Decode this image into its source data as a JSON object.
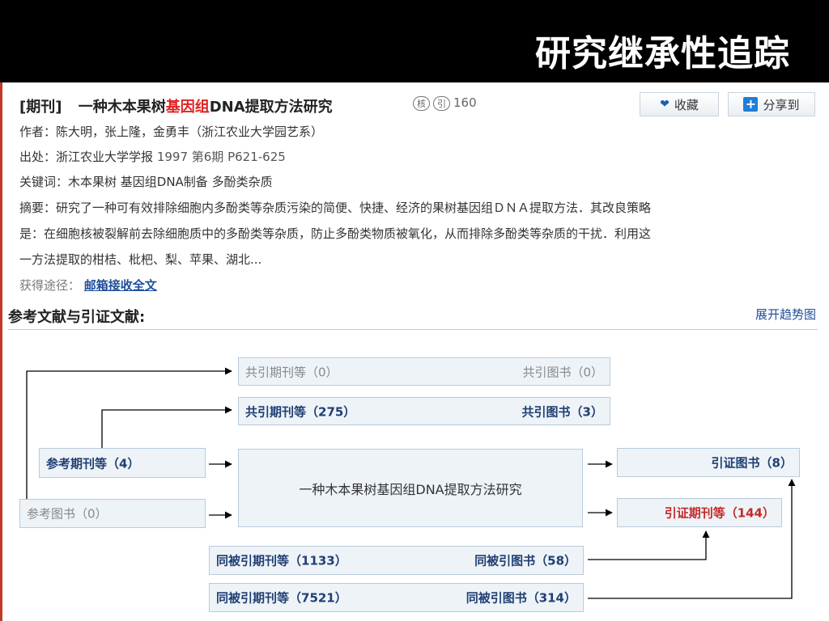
{
  "slide": {
    "title": "研究继承性追踪"
  },
  "article": {
    "tag": "[期刊]",
    "title_pre": "一种木本果树",
    "title_highlight": "基因组",
    "title_post": "DNA提取方法研究",
    "badge_he": "核",
    "badge_yin": "引",
    "cite_count": "160",
    "collect_label": "收藏",
    "share_label": "分享到",
    "authors": "作者：陈大明，张上隆，金勇丰（浙江农业大学园艺系）",
    "source_label": "出处：",
    "source_journal": "浙江农业大学学报",
    "source_detail": "1997 第6期 P621-625",
    "keywords": "关键词：木本果树  基因组DNA制备  多酚类杂质",
    "abstract_line1": "摘要：研究了一种可有效排除细胞内多酚类等杂质污染的简便、快捷、经济的果树基因组ＤＮＡ提取方法．其改良策略",
    "abstract_line2": "是：在细胞核被裂解前去除细胞质中的多酚类等杂质，防止多酚类物质被氧化，从而排除多酚类等杂质的干扰．利用这",
    "abstract_line3": "一方法提取的柑桔、枇杷、梨、苹果、湖北...",
    "access_label": "获得途径：",
    "access_link": "邮箱接收全文"
  },
  "refs": {
    "section_title": "参考文献与引证文献:",
    "expand_label": "展开趋势图",
    "co_cite_top_left": "共引期刊等（0）",
    "co_cite_top_right": "共引图书（0）",
    "co_cite_left": "共引期刊等（275）",
    "co_cite_right": "共引图书（3）",
    "ref_journals": "参考期刊等（4）",
    "ref_books": "参考图书（0）",
    "center_title": "一种木本果树基因组DNA提取方法研究",
    "cited_books": "引证图书（8）",
    "cited_journals": "引证期刊等（144）",
    "same_cited_1_left": "同被引期刊等（1133）",
    "same_cited_1_right": "同被引图书（58）",
    "same_cited_2_left": "同被引期刊等（7521）",
    "same_cited_2_right": "同被引图书（314）"
  }
}
